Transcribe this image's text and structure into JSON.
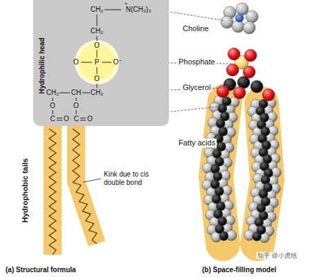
{
  "diagram": {
    "nodes": [
      {
        "text": [
          "Hydrophilic head"
        ]
      }
    ],
    "labels": [
      "+",
      "CH₂",
      "N(CH₃)₃",
      "CH₂",
      "O",
      "O",
      "P",
      "O⁻",
      "O",
      "CH₂",
      "CH",
      "CH₂",
      "O",
      "O",
      "C",
      "O",
      "C",
      "O",
      "Choline",
      "Phosphate",
      "Glycerol",
      "Fatty acids",
      "Hydrophobic tails",
      "Kink due to cis double bond",
      "(a) Structural formula",
      "(b) Space-filling model",
      "知乎 @小虎纸"
    ]
  }
}
